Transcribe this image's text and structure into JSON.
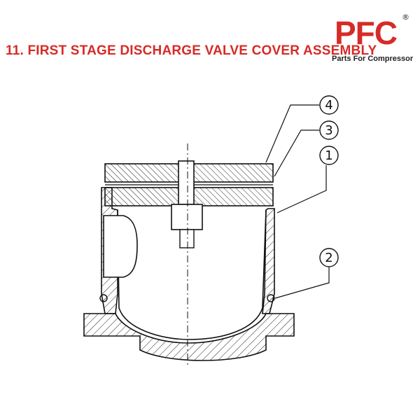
{
  "header": {
    "title": "11. FIRST STAGE DISCHARGE VALVE COVER ASSEMBLY"
  },
  "logo": {
    "mark": "PFC",
    "registered": "®",
    "tagline": "Parts For Compressor",
    "color": "#d62b27"
  },
  "callouts": [
    {
      "number": "4"
    },
    {
      "number": "3"
    },
    {
      "number": "1"
    },
    {
      "number": "2"
    }
  ]
}
